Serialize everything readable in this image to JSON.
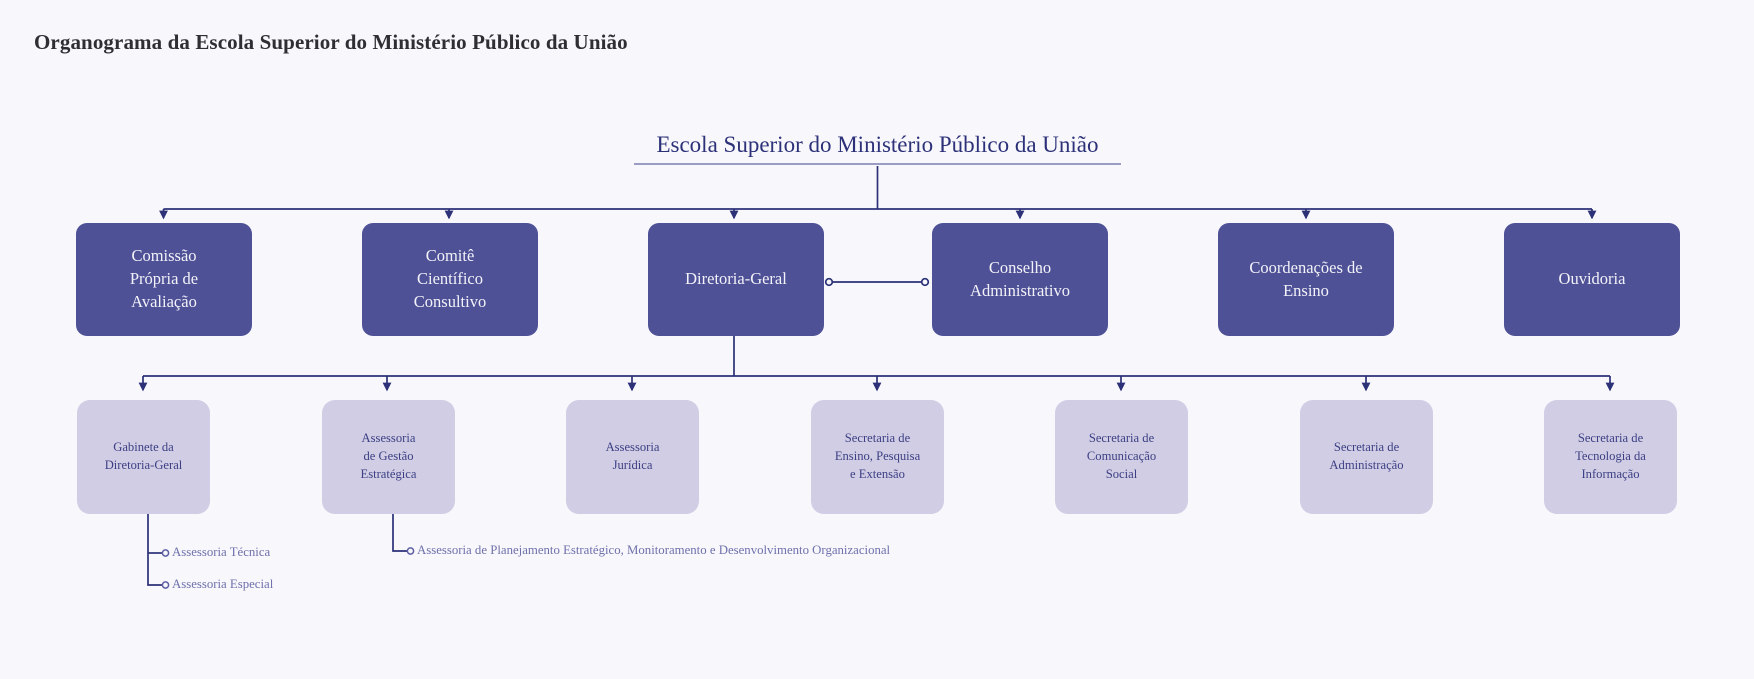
{
  "page": {
    "title": "Organograma da Escola Superior do Ministério Público da União",
    "background_color": "#f7f7fc"
  },
  "colors": {
    "level2_fill": "#4f5197",
    "level2_text": "#f2f2f8",
    "level3_fill": "#d0cde4",
    "level3_text": "#3c3f84",
    "connector": "#2c3178",
    "root_text": "#2c3178",
    "root_underline": "#9a9cc4",
    "leaf_text": "#6f71ab",
    "title_text": "#2f2f33"
  },
  "chart_data": {
    "type": "diagram",
    "diagram_kind": "organizational-chart",
    "title": "Organograma da Escola Superior do Ministério Público da União",
    "root": {
      "label": "Escola Superior do Ministério Público da União",
      "style": "underlined-text"
    },
    "level2": [
      {
        "id": "comissao-propria-avaliacao",
        "label": "Comissão Própria de Avaliação"
      },
      {
        "id": "comite-cientifico-consultivo",
        "label": "Comitê Científico Consultivo"
      },
      {
        "id": "diretoria-geral",
        "label": "Diretoria-Geral"
      },
      {
        "id": "conselho-administrativo",
        "label": "Conselho Administrativo"
      },
      {
        "id": "coordenacoes-ensino",
        "label": "Coordenações de Ensino"
      },
      {
        "id": "ouvidoria",
        "label": "Ouvidoria"
      }
    ],
    "level3": [
      {
        "id": "gabinete-diretoria-geral",
        "label": "Gabinete da Diretoria-Geral",
        "parent": "diretoria-geral"
      },
      {
        "id": "assessoria-gestao-estrategica",
        "label": "Assessoria de Gestão Estratégica",
        "parent": "diretoria-geral"
      },
      {
        "id": "assessoria-juridica",
        "label": "Assessoria Jurídica",
        "parent": "diretoria-geral"
      },
      {
        "id": "secretaria-ensino-pesquisa-extensao",
        "label": "Secretaria de Ensino, Pesquisa e Extensão",
        "parent": "diretoria-geral"
      },
      {
        "id": "secretaria-comunicacao-social",
        "label": "Secretaria de Comunicação Social",
        "parent": "diretoria-geral"
      },
      {
        "id": "secretaria-administracao",
        "label": "Secretaria de Administração",
        "parent": "diretoria-geral"
      },
      {
        "id": "secretaria-tecnologia-informacao",
        "label": "Secretaria de Tecnologia da Informação",
        "parent": "diretoria-geral"
      }
    ],
    "leaves": [
      {
        "id": "assessoria-tecnica",
        "label": "Assessoria Técnica",
        "parent": "gabinete-diretoria-geral"
      },
      {
        "id": "assessoria-especial",
        "label": "Assessoria Especial",
        "parent": "gabinete-diretoria-geral"
      },
      {
        "id": "assessoria-planejamento",
        "label": "Assessoria de Planejamento Estratégico, Monitoramento e Desenvolvimento Organizacional",
        "parent": "assessoria-gestao-estrategica"
      }
    ],
    "associations": [
      {
        "from": "diretoria-geral",
        "to": "conselho-administrativo",
        "style": "dotted-endpoints-line"
      }
    ]
  },
  "nodes": {
    "root": {
      "label": "Escola Superior do Ministério Público da União"
    },
    "l2_0": {
      "line1": "Comissão",
      "line2": "Própria de",
      "line3": "Avaliação"
    },
    "l2_1": {
      "line1": "Comitê",
      "line2": "Científico",
      "line3": "Consultivo"
    },
    "l2_2": {
      "line1": "Diretoria-Geral"
    },
    "l2_3": {
      "line1": "Conselho",
      "line2": "Administrativo"
    },
    "l2_4": {
      "line1": "Coordenações de",
      "line2": "Ensino"
    },
    "l2_5": {
      "line1": "Ouvidoria"
    },
    "l3_0": {
      "line1": "Gabinete da",
      "line2": "Diretoria-Geral"
    },
    "l3_1": {
      "line1": "Assessoria",
      "line2": "de Gestão",
      "line3": "Estratégica"
    },
    "l3_2": {
      "line1": "Assessoria",
      "line2": "Jurídica"
    },
    "l3_3": {
      "line1": "Secretaria de",
      "line2": "Ensino, Pesquisa",
      "line3": "e Extensão"
    },
    "l3_4": {
      "line1": "Secretaria de",
      "line2": "Comunicação",
      "line3": "Social"
    },
    "l3_5": {
      "line1": "Secretaria de",
      "line2": "Administração"
    },
    "l3_6": {
      "line1": "Secretaria de",
      "line2": "Tecnologia da",
      "line3": "Informação"
    },
    "leaf_0": {
      "label": "Assessoria Técnica"
    },
    "leaf_1": {
      "label": "Assessoria Especial"
    },
    "leaf_2": {
      "label": "Assessoria de Planejamento Estratégico, Monitoramento e Desenvolvimento Organizacional"
    }
  }
}
